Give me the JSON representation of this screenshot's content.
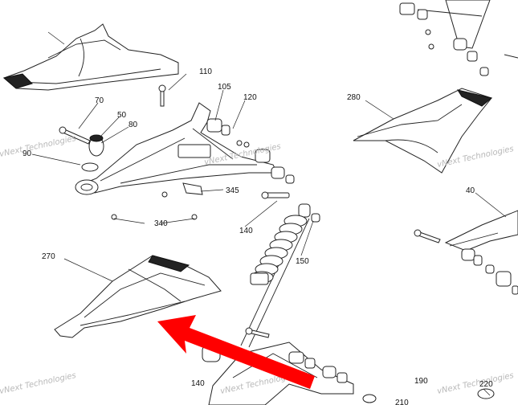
{
  "labels": [
    {
      "id": "110",
      "text": "110"
    },
    {
      "id": "105",
      "text": "105"
    },
    {
      "id": "120",
      "text": "120"
    },
    {
      "id": "70",
      "text": "70"
    },
    {
      "id": "50",
      "text": "50"
    },
    {
      "id": "80",
      "text": "80"
    },
    {
      "id": "90",
      "text": "90"
    },
    {
      "id": "280",
      "text": "280"
    },
    {
      "id": "345",
      "text": "345"
    },
    {
      "id": "340",
      "text": "340"
    },
    {
      "id": "140a",
      "text": "140"
    },
    {
      "id": "150",
      "text": "150"
    },
    {
      "id": "270",
      "text": "270"
    },
    {
      "id": "40",
      "text": "40"
    },
    {
      "id": "140b",
      "text": "140"
    },
    {
      "id": "190",
      "text": "190"
    },
    {
      "id": "210",
      "text": "210"
    },
    {
      "id": "220",
      "text": "220"
    }
  ],
  "watermark_text": "vNext Technologies",
  "colors": {
    "arrow": "#ff0000",
    "line": "#222222",
    "watermark": "#b8b8b8"
  }
}
